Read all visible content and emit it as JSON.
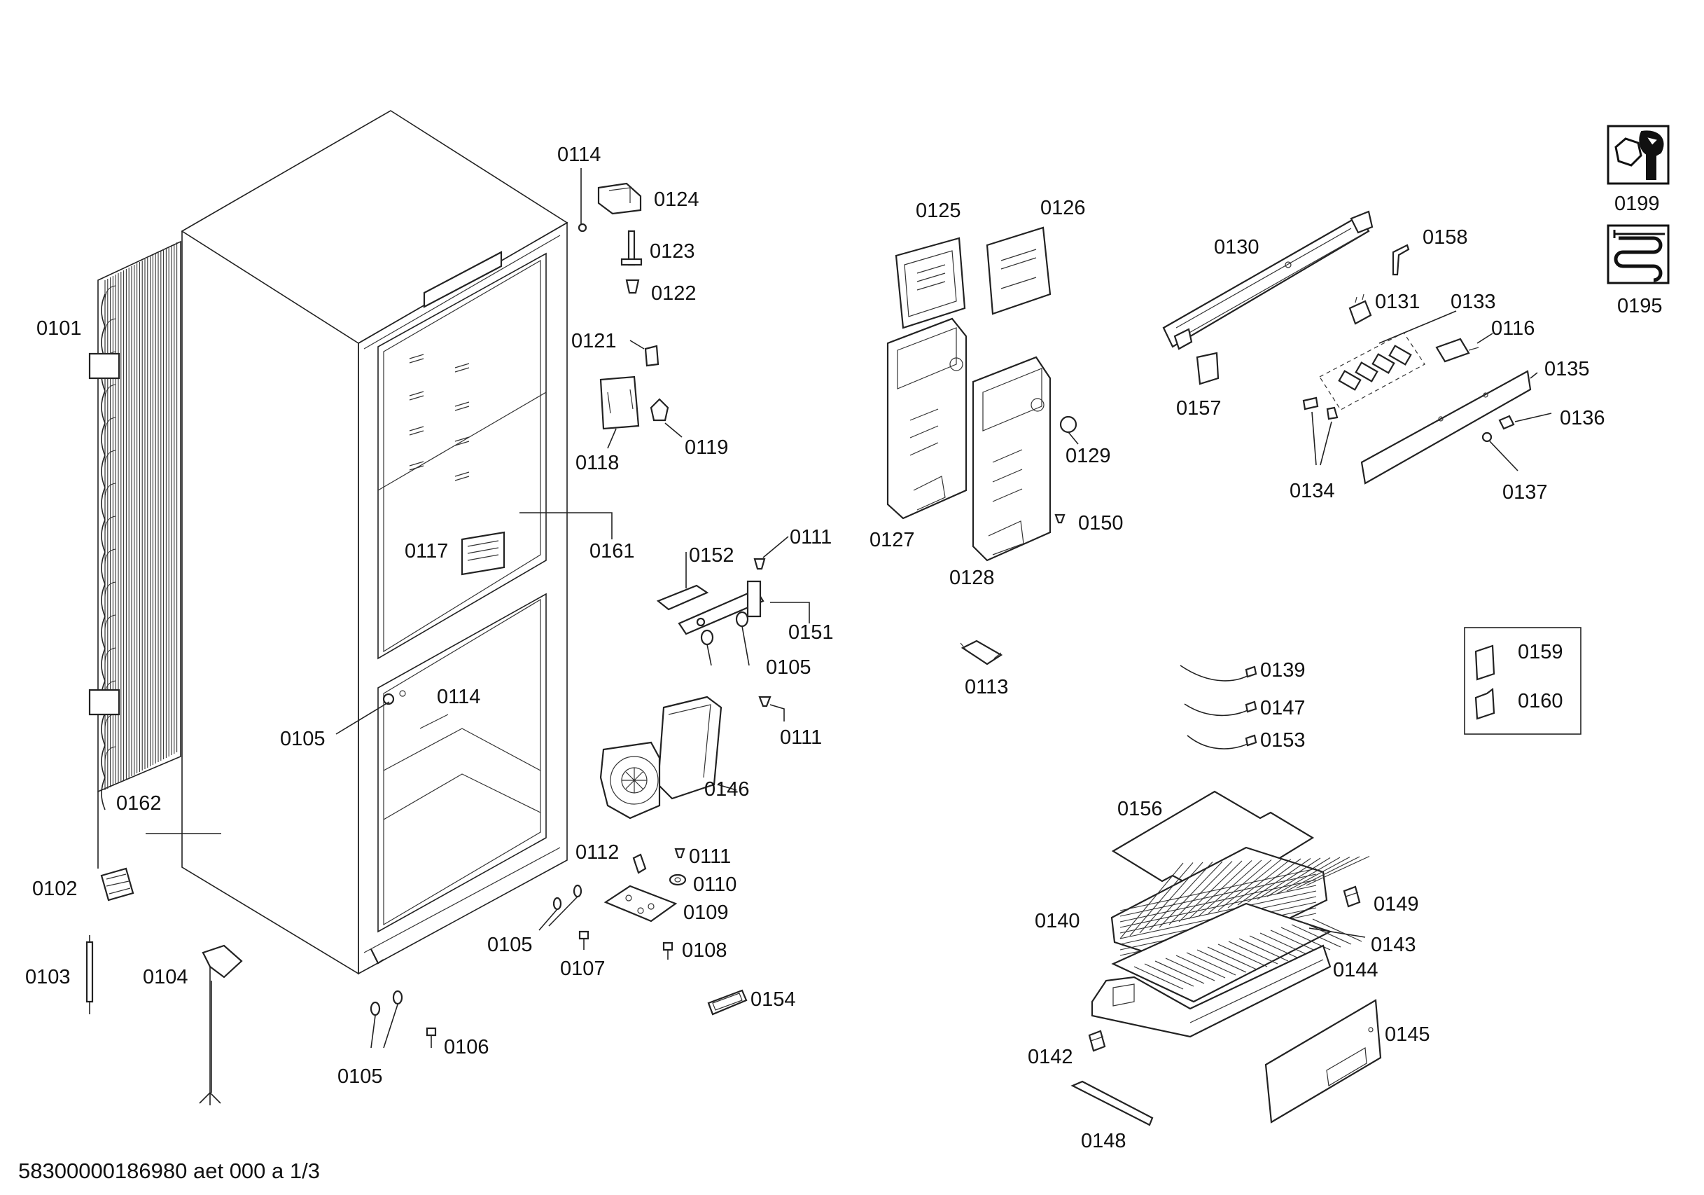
{
  "labels": {
    "p0101": "0101",
    "p0102": "0102",
    "p0103": "0103",
    "p0104": "0104",
    "p0105": "0105",
    "p0106": "0106",
    "p0107": "0107",
    "p0108": "0108",
    "p0109": "0109",
    "p0110": "0110",
    "p0111": "0111",
    "p0112": "0112",
    "p0113": "0113",
    "p0114": "0114",
    "p0116": "0116",
    "p0117": "0117",
    "p0118": "0118",
    "p0119": "0119",
    "p0121": "0121",
    "p0122": "0122",
    "p0123": "0123",
    "p0124": "0124",
    "p0125": "0125",
    "p0126": "0126",
    "p0127": "0127",
    "p0128": "0128",
    "p0129": "0129",
    "p0130": "0130",
    "p0131": "0131",
    "p0133": "0133",
    "p0134": "0134",
    "p0135": "0135",
    "p0136": "0136",
    "p0137": "0137",
    "p0139": "0139",
    "p0140": "0140",
    "p0142": "0142",
    "p0143": "0143",
    "p0144": "0144",
    "p0145": "0145",
    "p0146": "0146",
    "p0147": "0147",
    "p0148": "0148",
    "p0149": "0149",
    "p0150": "0150",
    "p0151": "0151",
    "p0152": "0152",
    "p0153": "0153",
    "p0154": "0154",
    "p0156": "0156",
    "p0157": "0157",
    "p0158": "0158",
    "p0159": "0159",
    "p0160": "0160",
    "p0161": "0161",
    "p0162": "0162",
    "p0195": "0195",
    "p0199": "0199"
  },
  "footer": "58300000186980 aet 000 a 1/3",
  "icons": {
    "tools": "wrench-nut-icon",
    "coil": "refrigerant-coil-icon"
  }
}
